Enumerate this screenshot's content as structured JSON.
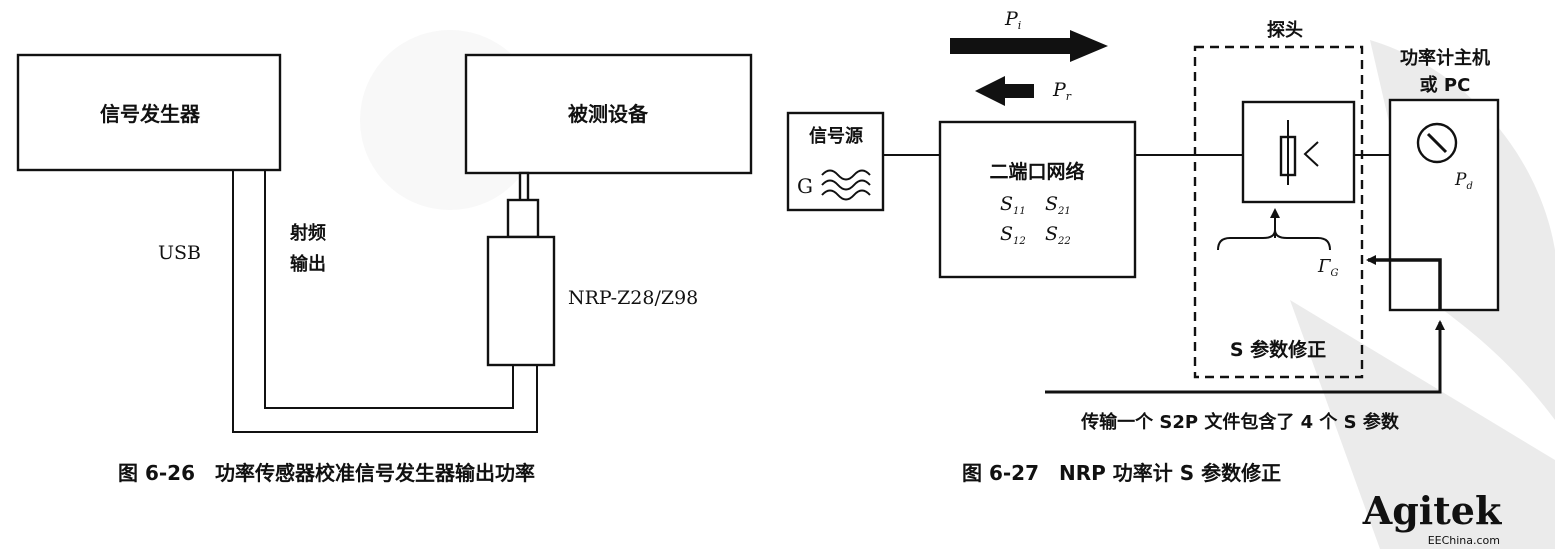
{
  "fig26": {
    "signal_generator": "信号发生器",
    "dut": "被测设备",
    "usb": "USB",
    "rf_output_line1": "射频",
    "rf_output_line2": "输出",
    "sensor_model": "NRP-Z28/Z98",
    "caption": "图 6-26　功率传感器校准信号发生器输出功率"
  },
  "fig27": {
    "p_forward": "P",
    "p_forward_sub": "i",
    "p_reflected": "P",
    "p_reflected_sub": "r",
    "probe": "探头",
    "meter_line1": "功率计主机",
    "meter_line2": "或 PC",
    "source": "信号源",
    "source_g": "G",
    "network": "二端口网络",
    "s11": "S",
    "s11_sub": "11",
    "s21": "S",
    "s21_sub": "21",
    "s12": "S",
    "s12_sub": "12",
    "s22": "S",
    "s22_sub": "22",
    "pd": "P",
    "pd_sub": "d",
    "gamma": "Γ",
    "gamma_sub": "G",
    "s_correction": "S 参数修正",
    "transfer_note": "传输一个 S2P 文件包含了 4 个 S 参数",
    "caption": "图 6-27　NRP 功率计 S 参数修正"
  },
  "logo": {
    "brand": "Agitek",
    "site": "EEChina.com",
    "brand_color": "#1f3f9a"
  }
}
